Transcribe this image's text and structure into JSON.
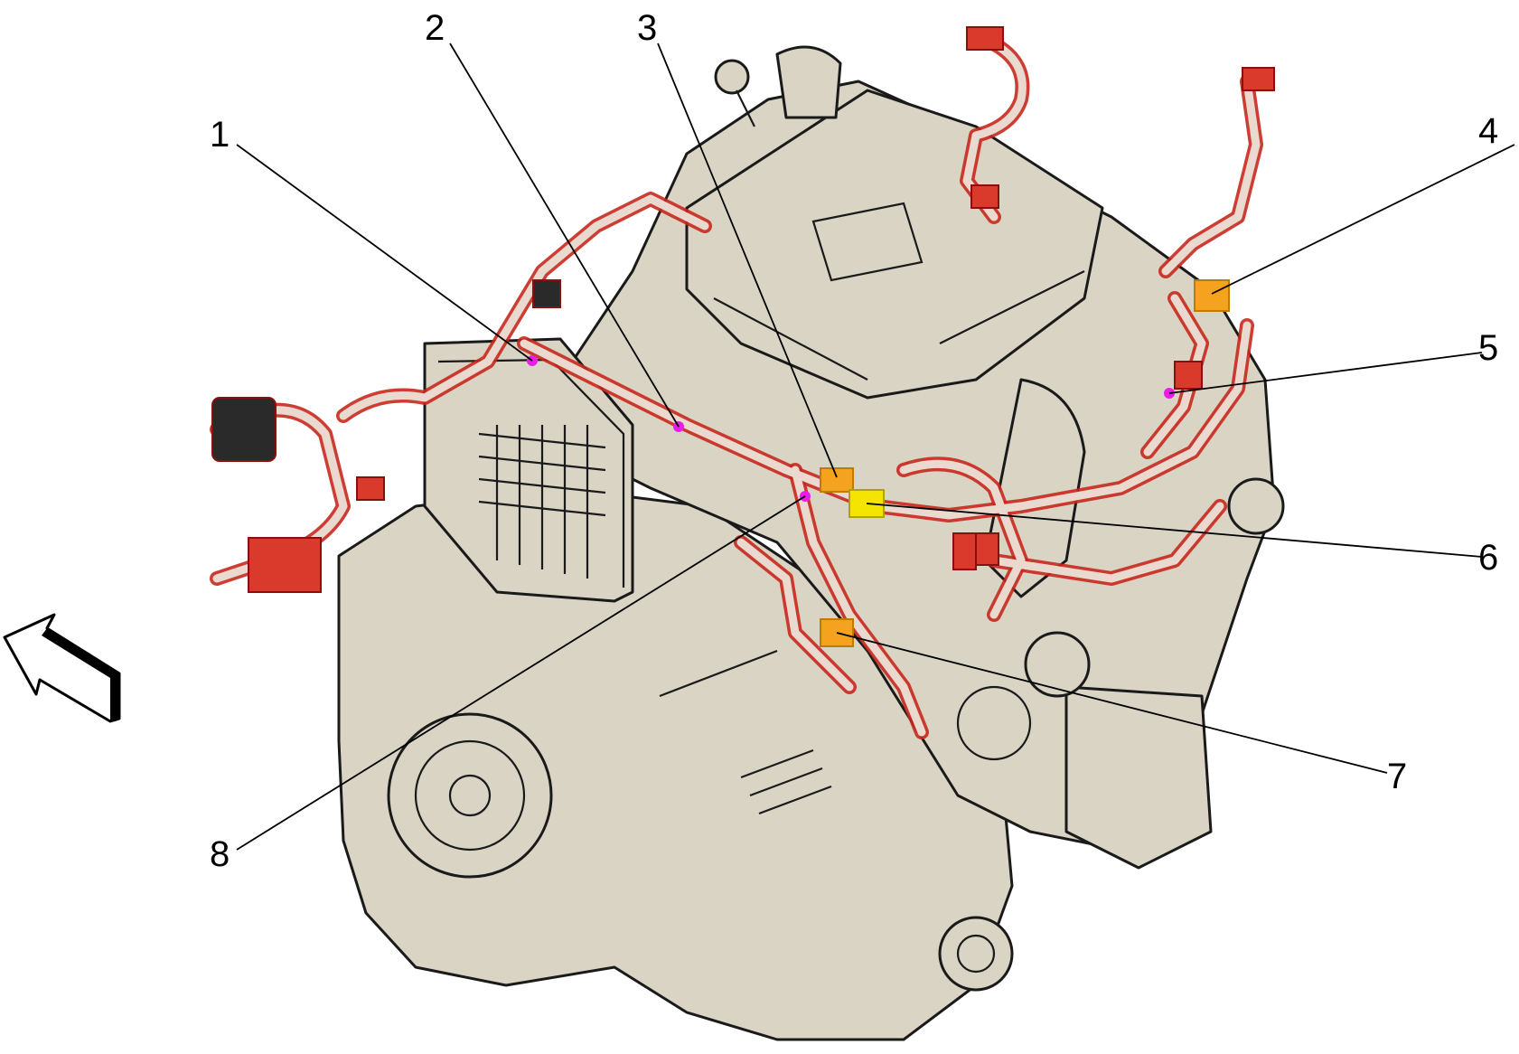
{
  "callouts": [
    {
      "id": "1",
      "label": "1"
    },
    {
      "id": "2",
      "label": "2"
    },
    {
      "id": "3",
      "label": "3"
    },
    {
      "id": "4",
      "label": "4"
    },
    {
      "id": "5",
      "label": "5"
    },
    {
      "id": "6",
      "label": "6"
    },
    {
      "id": "7",
      "label": "7"
    },
    {
      "id": "8",
      "label": "8"
    }
  ],
  "colors": {
    "harness": "#c8281e",
    "engine_fill": "#d9d4c4",
    "highlight_orange": "#f5a21e",
    "highlight_yellow": "#f5e400",
    "marker_magenta": "#e81ee8",
    "connector_red": "#d93a2b",
    "connector_black": "#2a2a2a"
  },
  "icons": {
    "direction_arrow": "front-direction-arrow-icon"
  }
}
